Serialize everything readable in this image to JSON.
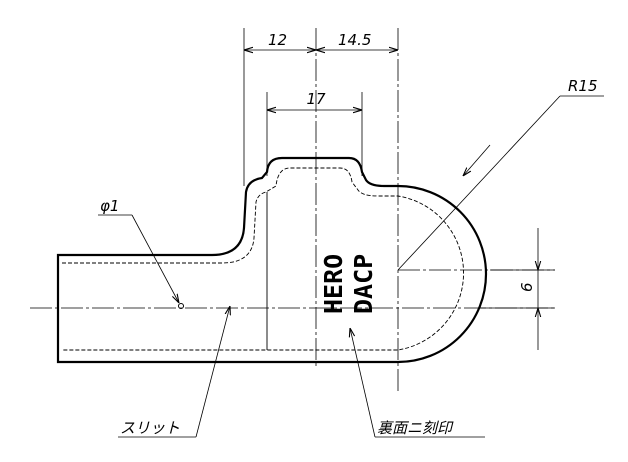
{
  "dimensions": {
    "width_12": "12",
    "width_14_5": "14.5",
    "width_17": "17",
    "radius": "R15",
    "offset_6": "6",
    "hole_dia": "φ1"
  },
  "callouts": {
    "slit": "スリット",
    "engrave_on_back": "裏面ニ刻印"
  },
  "engraving": {
    "line1": "HERO",
    "line2": "DACP"
  },
  "colors": {
    "line": "#000000",
    "background": "#ffffff"
  }
}
